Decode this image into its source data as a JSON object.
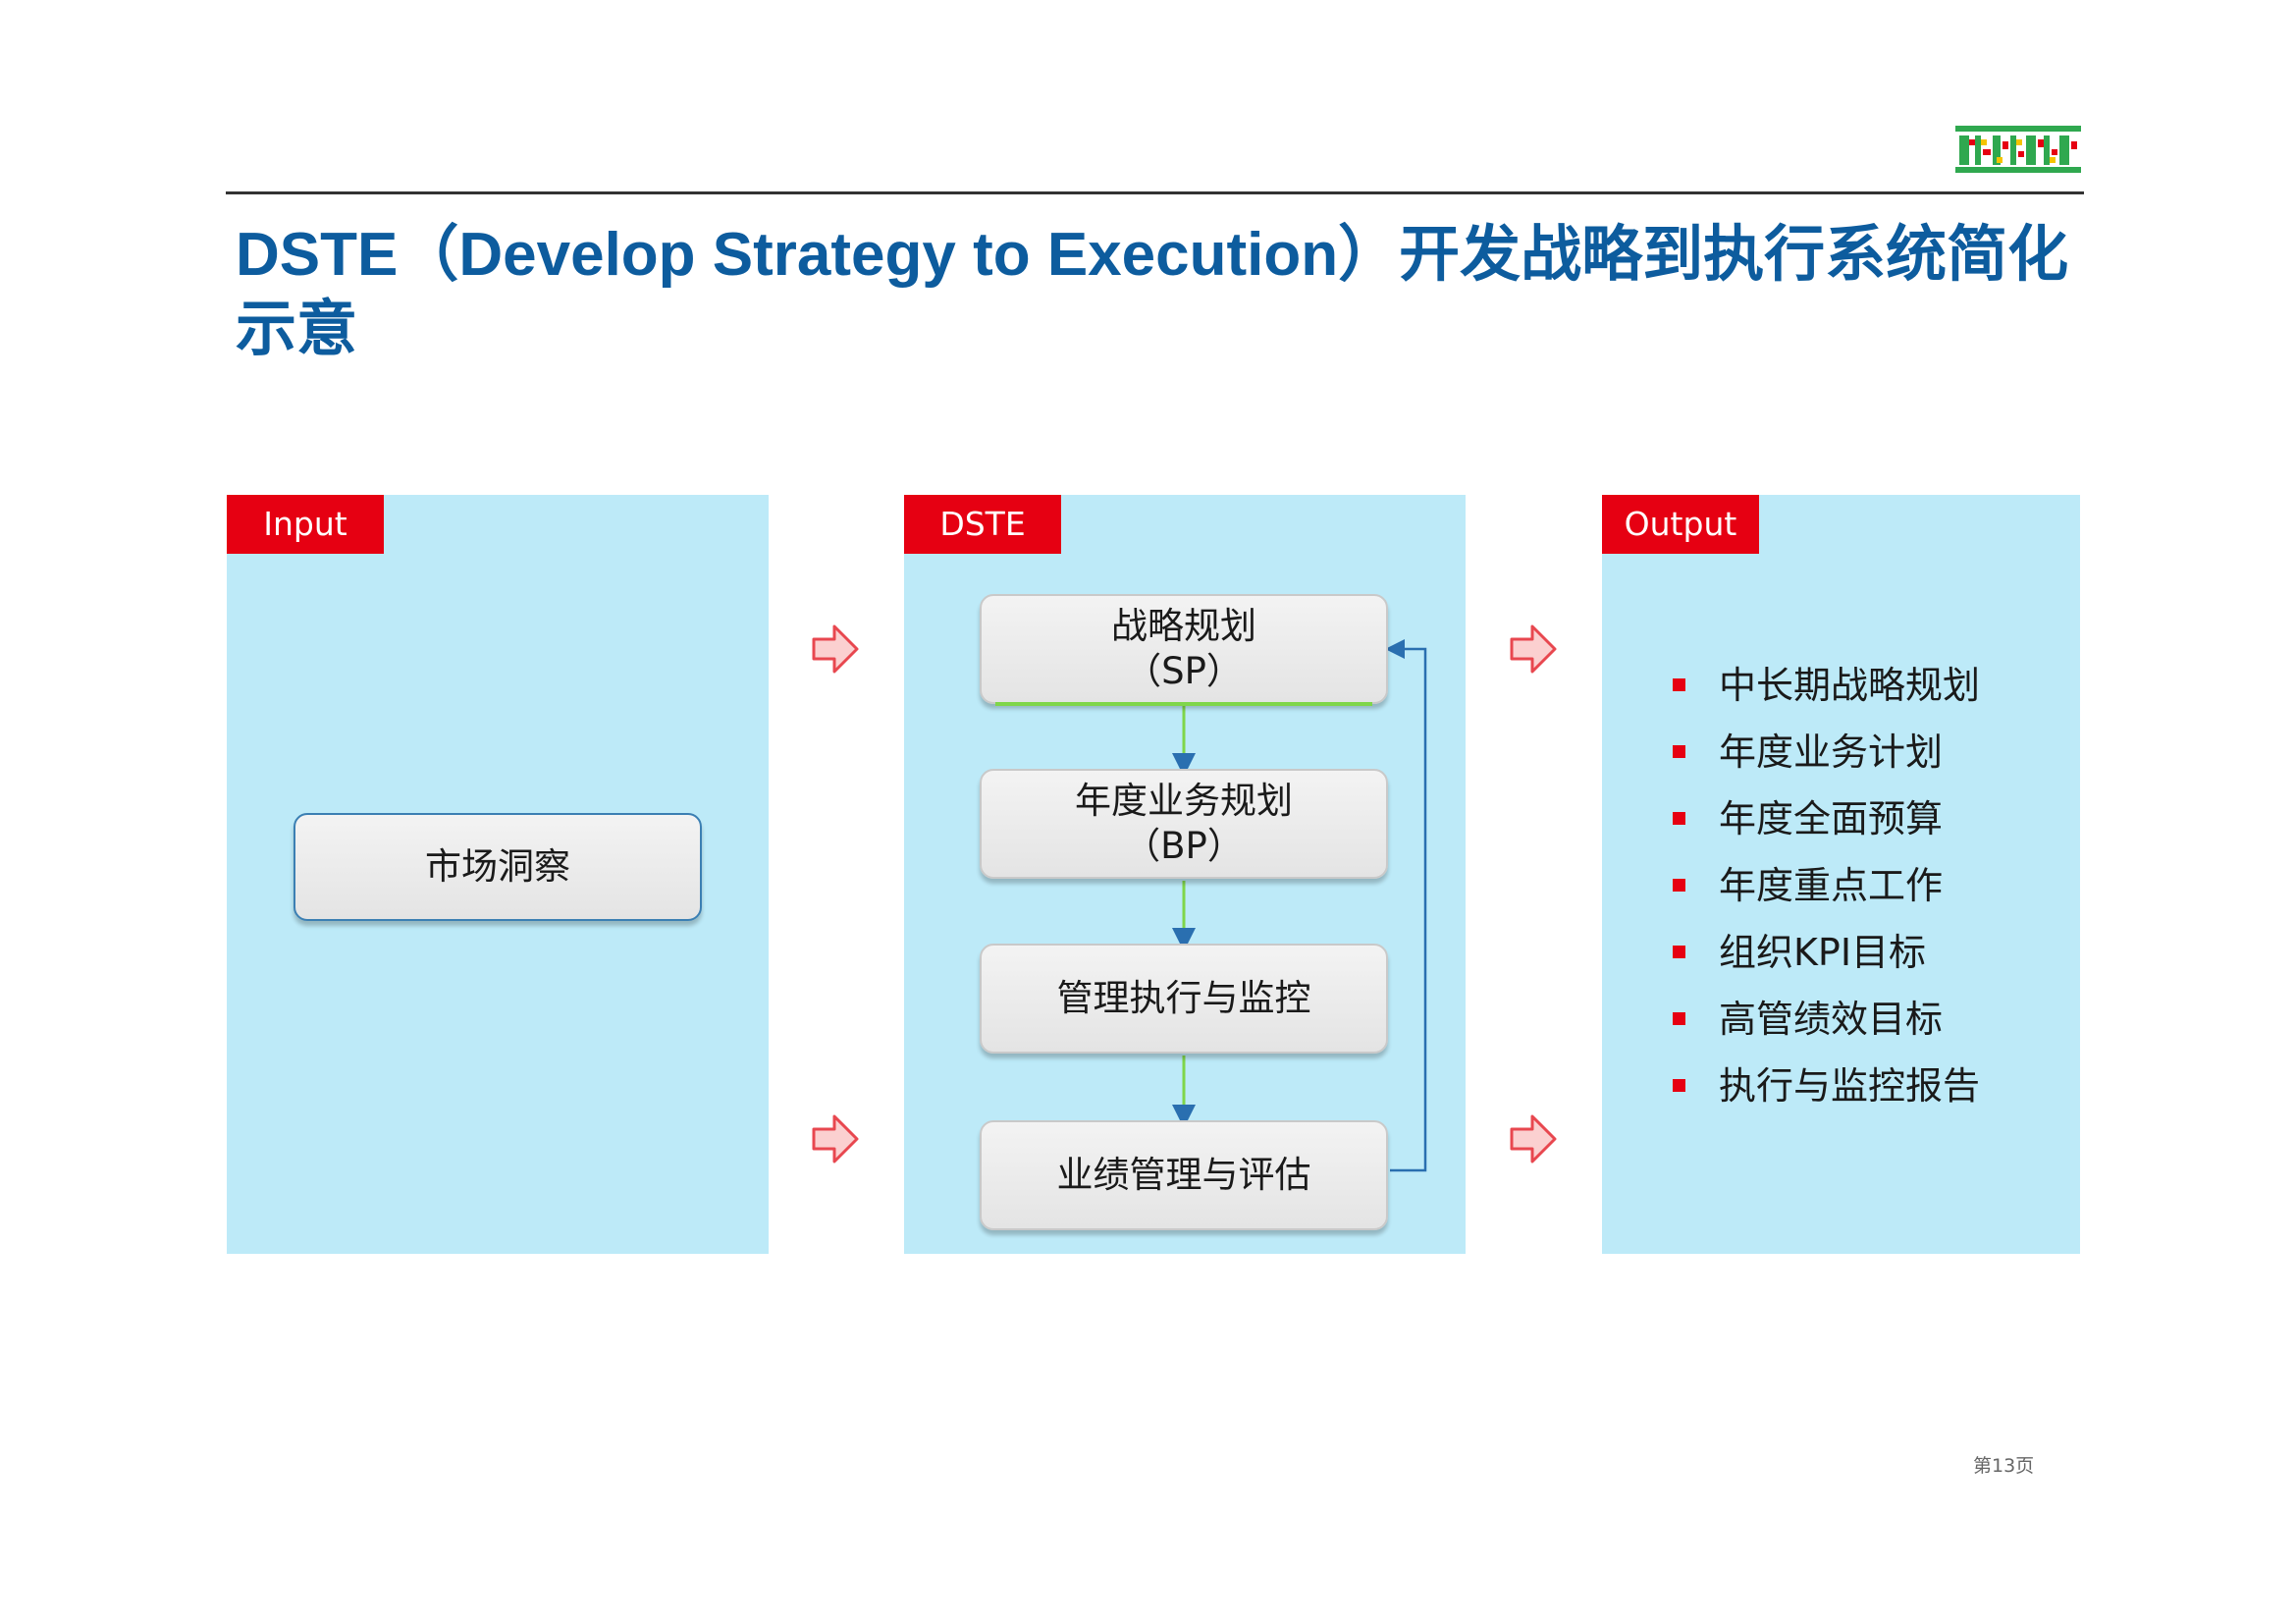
{
  "title": "DSTE（Develop Strategy to Execution）开发战略到执行系统简化示意",
  "colors": {
    "title": "#0d5c9e",
    "panel_bg": "#bdeaf8",
    "tag_red": "#e60012",
    "flow_arrow": "#7fd64a",
    "feedback_line": "#2a6fb0"
  },
  "input_panel": {
    "tag": "Input",
    "box_label": "市场洞察"
  },
  "dste_panel": {
    "tag": "DSTE",
    "steps": [
      {
        "line1": "战略规划",
        "line2": "（SP）"
      },
      {
        "line1": "年度业务规划",
        "line2": "（BP）"
      },
      {
        "line1": "管理执行与监控",
        "line2": ""
      },
      {
        "line1": "业绩管理与评估",
        "line2": ""
      }
    ]
  },
  "output_panel": {
    "tag": "Output",
    "items": [
      "中长期战略规划",
      "年度业务计划",
      "年度全面预算",
      "年度重点工作",
      "组织KPI目标",
      "高管绩效目标",
      "执行与监控报告"
    ]
  },
  "page_number": "第13页"
}
